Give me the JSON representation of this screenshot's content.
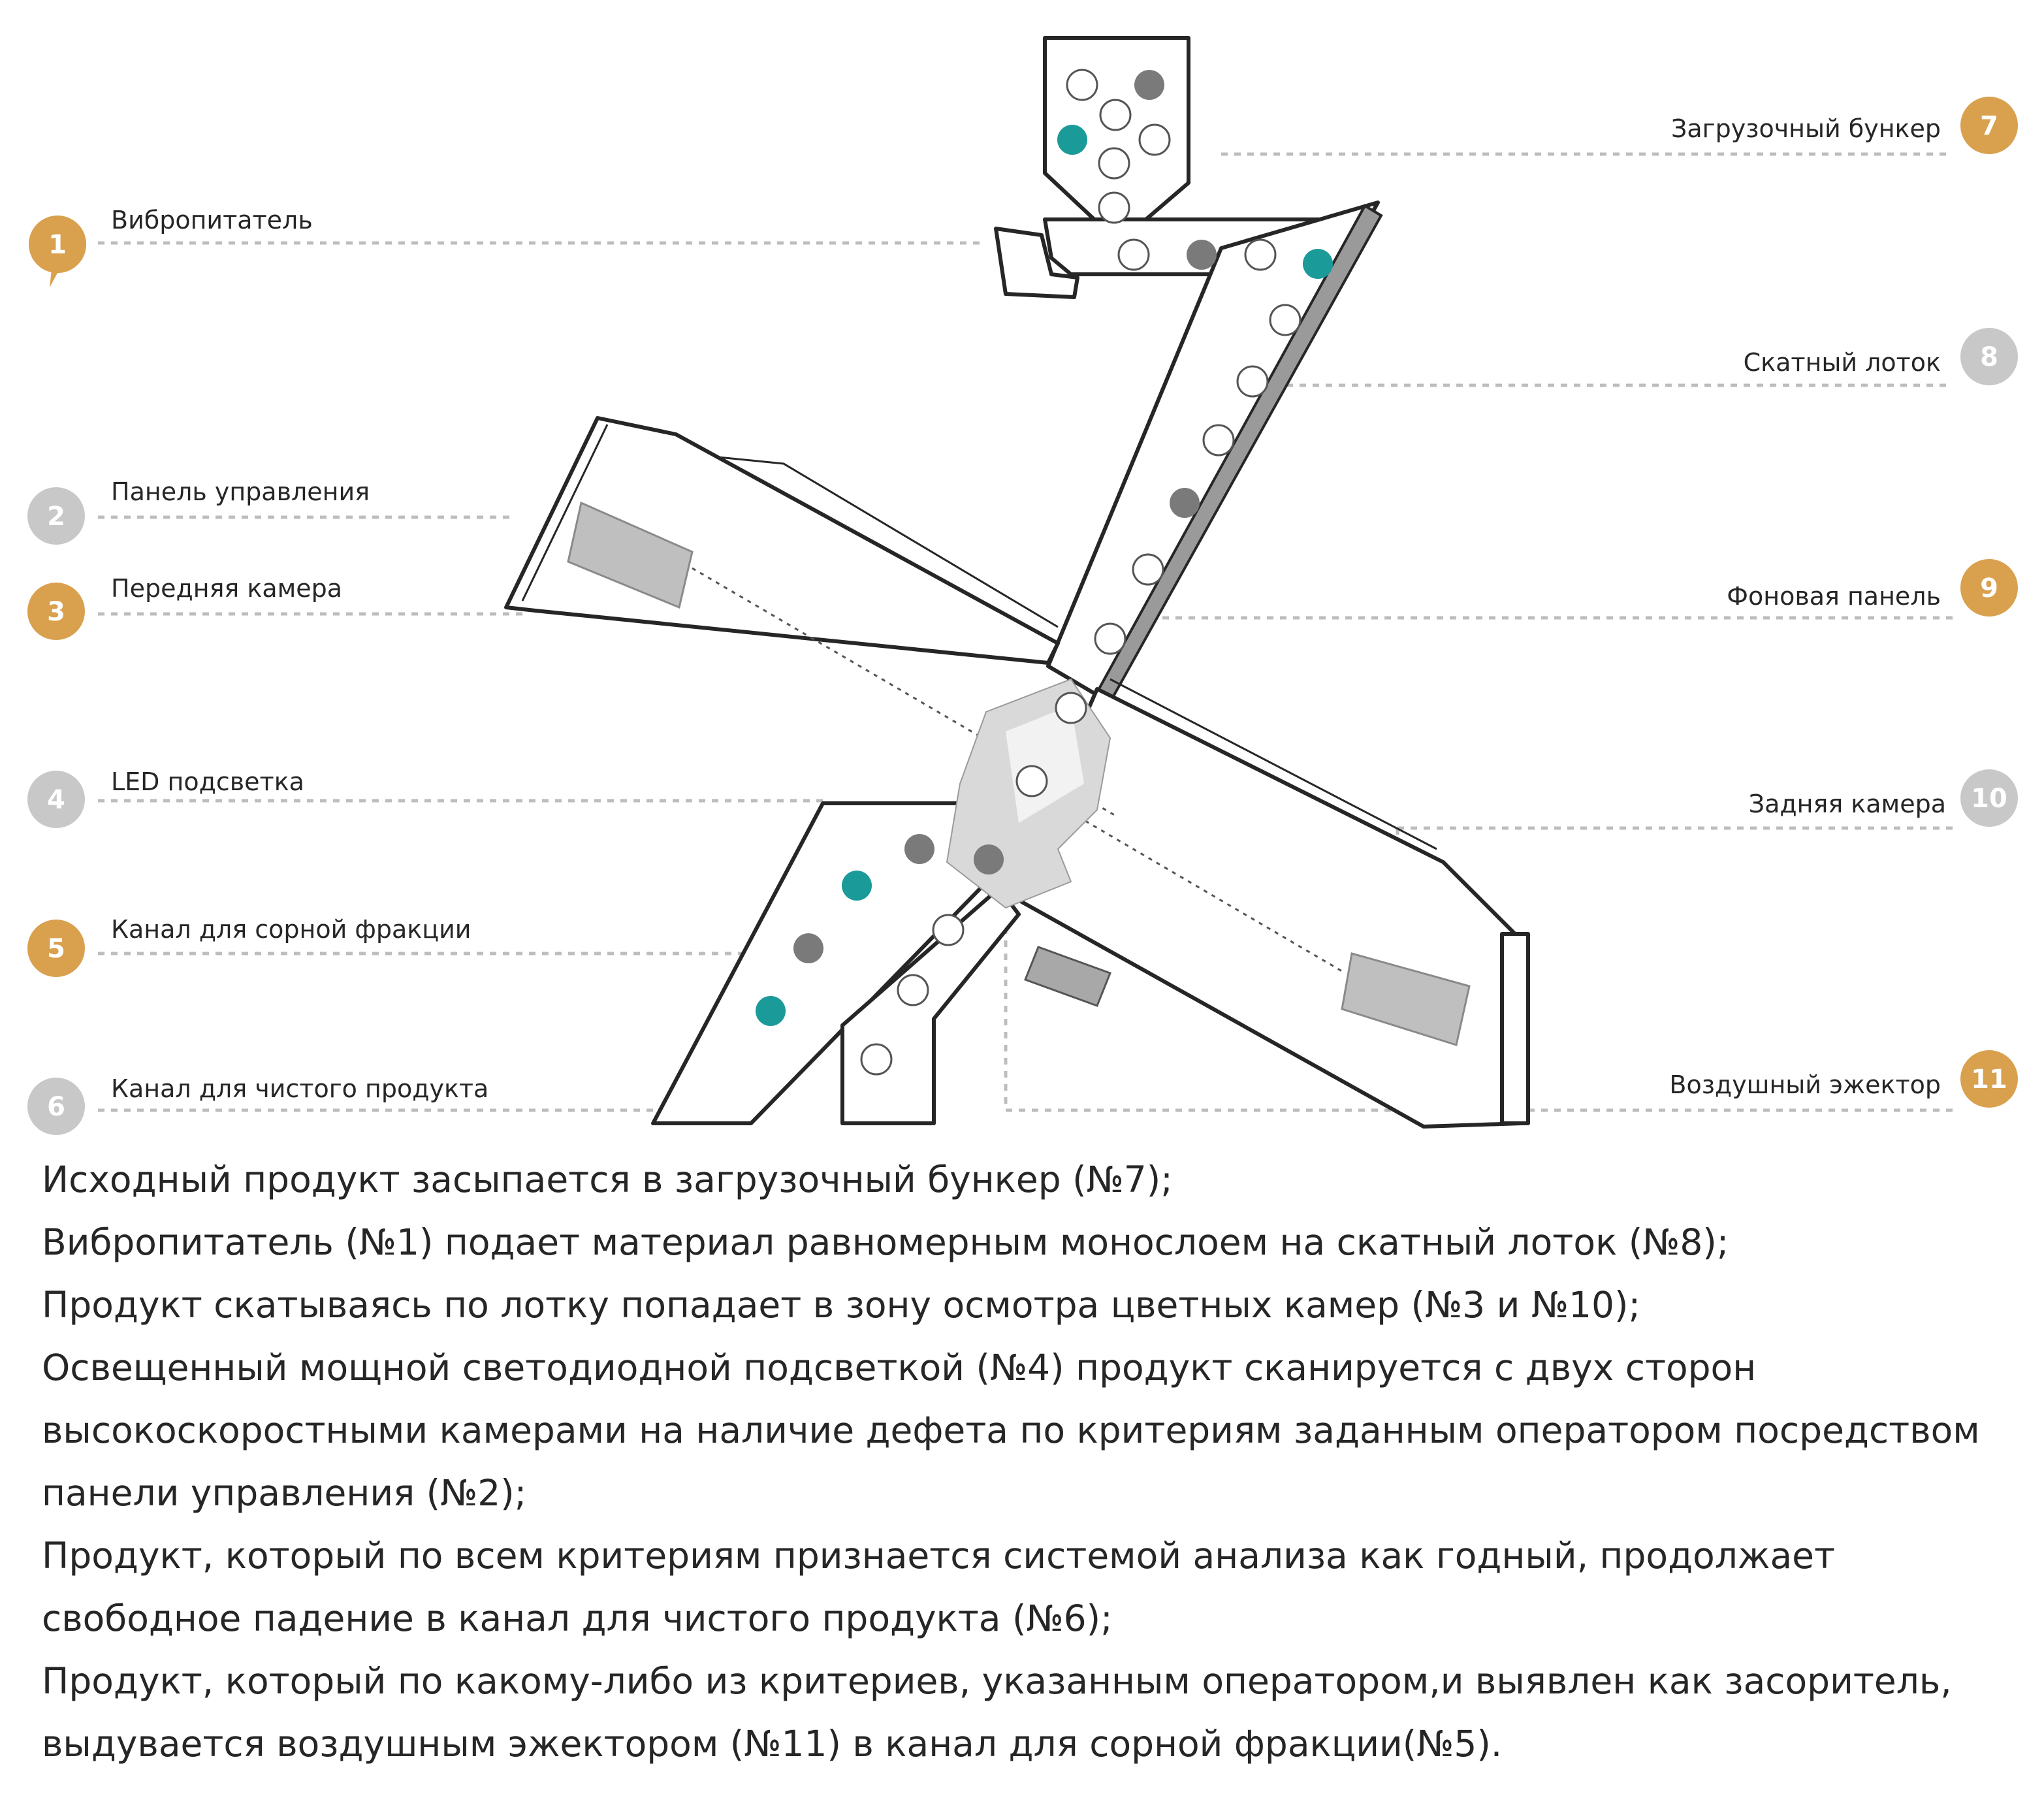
{
  "colors": {
    "orange_badge": "#d9a04e",
    "grey_badge": "#c8c8c8",
    "teal_particle": "#1a9a98",
    "grey_particle": "#7a7a7a",
    "leader_line": "#bdbdbd"
  },
  "callouts": {
    "c1": {
      "number": "1",
      "label": "Вибропитатель"
    },
    "c2": {
      "number": "2",
      "label": "Панель управления"
    },
    "c3": {
      "number": "3",
      "label": "Передняя камера"
    },
    "c4": {
      "number": "4",
      "label": "LED подсветка"
    },
    "c5": {
      "number": "5",
      "label": "Канал для сорной фракции"
    },
    "c6": {
      "number": "6",
      "label": "Канал для чистого продукта"
    },
    "c7": {
      "number": "7",
      "label": "Загрузочный бункер"
    },
    "c8": {
      "number": "8",
      "label": "Скатный лоток"
    },
    "c9": {
      "number": "9",
      "label": "Фоновая панель"
    },
    "c10": {
      "number": "10",
      "label": "Задняя камера"
    },
    "c11": {
      "number": "11",
      "label": "Воздушный эжектор"
    }
  },
  "description": {
    "lines": [
      "Исходный продукт засыпается в загрузочный бункер (№7);",
      "Вибропитатель (№1) подает материал равномерным монослоем на скатный лоток (№8);",
      "Продукт скатываясь по лотку попадает в зону осмотра цветных камер (№3 и №10);",
      "Освещенный мощной светодиодной подсветкой (№4) продукт сканируется с двух сторон высокоскоростными камерами на наличие дефета по критериям заданным оператором посредством панели управления (№2);",
      "Продукт, который по всем критериям признается системой анализа как годный, продолжает свободное падение в канал для чистого продукта (№6);",
      "Продукт, который по какому-либо из критериев, указанным оператором,и выявлен как засоритель, выдувается воздушным эжектором (№11) в канал для сорной фракции(№5)."
    ]
  }
}
